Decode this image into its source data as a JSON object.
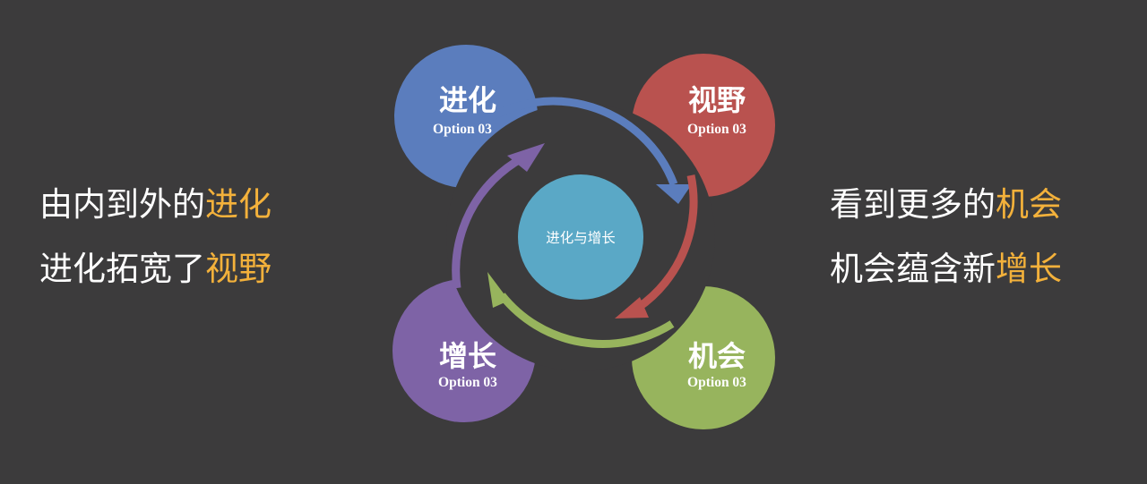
{
  "left_text": {
    "line1_plain": "由内到外的",
    "line1_highlight": "进化",
    "line2_plain": "进化拓宽了",
    "line2_highlight": "视野"
  },
  "right_text": {
    "line1_plain": "看到更多的",
    "line1_highlight": "机会",
    "line2_plain": "机会蕴含新",
    "line2_highlight": "增长"
  },
  "center": {
    "label": "进化与增长",
    "color": "#5aa8c6"
  },
  "nodes": {
    "top_left": {
      "title": "进化",
      "subtitle": "Option 03",
      "color": "#5b7dbd"
    },
    "top_right": {
      "title": "视野",
      "subtitle": "Option 03",
      "color": "#b9524f"
    },
    "bottom_right": {
      "title": "机会",
      "subtitle": "Option 03",
      "color": "#97b45d"
    },
    "bottom_left": {
      "title": "增长",
      "subtitle": "Option 03",
      "color": "#7e63a6"
    }
  },
  "colors": {
    "background": "#3c3b3c",
    "highlight": "#f3b13b",
    "text": "#ffffff"
  }
}
